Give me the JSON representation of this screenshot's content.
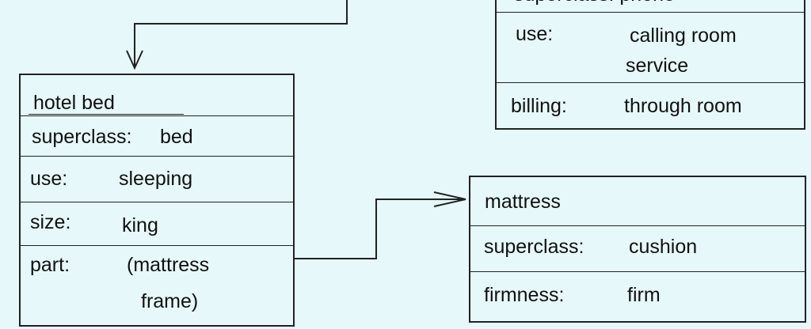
{
  "classes": {
    "phone": {
      "header_partial": "superclass: phone",
      "use_label": "use:",
      "use_value": [
        "calling room",
        "service"
      ],
      "billing_label": "billing:",
      "billing_value": "through room"
    },
    "hotel_bed": {
      "name": "hotel bed",
      "superclass_label": "superclass:",
      "superclass_value": "bed",
      "use_label": "use:",
      "use_value": "sleeping",
      "size_label": "size:",
      "size_value": "king",
      "part_label": "part:",
      "part_value": [
        "(mattress",
        "frame)"
      ]
    },
    "mattress": {
      "name": "mattress",
      "superclass_label": "superclass:",
      "superclass_value": "cushion",
      "firmness_label": "firmness:",
      "firmness_value": "firm"
    }
  }
}
